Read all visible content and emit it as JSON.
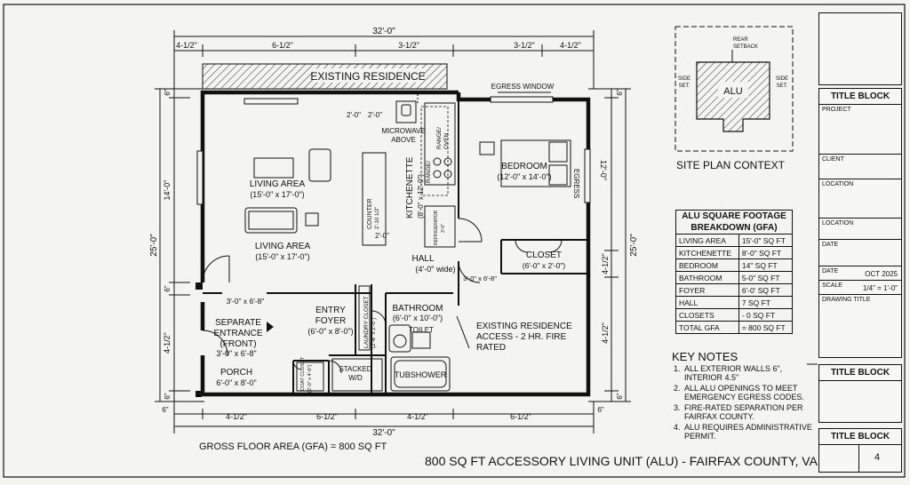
{
  "sheet_title": "800 SQ FT ACCESSORY LIVING UNIT (ALU) - FAIRFAX COUNTY, VA",
  "gfa_note": "GROSS FLOOR AREA (GFA) = 800 SQ FT",
  "plan": {
    "existing_residence": "EXISTING RESIDENCE",
    "egress_window": "EGRESS WINDOW",
    "egress_side": "EGRESS",
    "egress_side_dim": "12'-0\"",
    "living_area_1": {
      "name": "LIVING AREA",
      "size": "(15'-0\" x 17'-0\")"
    },
    "living_area_2": {
      "name": "LIVING AREA",
      "size": "(15'-0\" x 17'-0\")"
    },
    "kitchenette": {
      "name": "KITCHENETTE",
      "size": "(8'-0\" x 12'-0\")"
    },
    "microwave": "MICROWAVE",
    "microwave_2": "ABOVE",
    "range_oven": "RANGE/",
    "range_oven_2": "OVEN",
    "range_small": "RANGE/",
    "refrigerator": "REFRIGERATOR",
    "refrigerator_dim": "3'-0\"",
    "counter": "COUNTER",
    "counter_dim": "2'-10 1/2\"",
    "dim_2_0_a": "2'-0\"",
    "dim_2_0_b": "2'-0\"",
    "dim_2_0_c": "2'-0\"",
    "bedroom": {
      "name": "BEDROOM",
      "size": "(12'-0\" x 14'-0\")"
    },
    "hall": {
      "name": "HALL",
      "size": "(4'-0\" wide)"
    },
    "closet": {
      "name": "CLOSET",
      "size": "(6'-0\" x 2'-0\")"
    },
    "entry_foyer": {
      "name": "ENTRY",
      "name2": "FOYER",
      "size": "(6'-0\" x 8'-0\")"
    },
    "laundry_closet": "LAUNDRY CLOSET",
    "laundry_size": "(2'-6\" x 2'-0\")",
    "bathroom": {
      "name": "BATHROOM",
      "size": "(6'-0\" x 10'-0\")"
    },
    "toilet": "TOILET",
    "tubshower": "TUBSHOWER",
    "stacked": "STACKED",
    "wd": "W/D",
    "coat_closet": "COAT CLOSET",
    "coat_size": "(2'-0\" x 4'-0\")",
    "separate_entrance": "SEPARATE",
    "separate_entrance_2": "ENTRANCE",
    "separate_entrance_3": "(FRONT)",
    "entrance_door": "3'-0\" x 6'-8\"",
    "porch": {
      "name": "PORCH",
      "size": "6'-0\" x 8'-0\""
    },
    "door_living": "3'-0\" x 6'-8\"",
    "door_hall": "3'-0\" x 6'-8\"",
    "access_note_1": "EXISTING RESIDENCE",
    "access_note_2": "ACCESS - 2 HR. FIRE",
    "access_note_3": "RATED"
  },
  "dims": {
    "overall_top": "32'-0\"",
    "overall_bottom": "32'-0\"",
    "top": [
      "4-1/2\"",
      "6-1/2\"",
      "3-1/2\"",
      "3-1/2\"",
      "4-1/2\""
    ],
    "bottom": [
      "4-1/2\"",
      "6-1/2\"",
      "4-1/2\"",
      "6-1/2\""
    ],
    "bottom_corner_left": "6\"",
    "bottom_corner_right": "6\"",
    "left": [
      "6\"",
      "14'-0\"",
      "6\"",
      "4-1/2\"",
      "6\""
    ],
    "left_overall": "25'-0\"",
    "right": [
      "6\"",
      "4-1/2\"",
      "4-1/2\"",
      "6\""
    ],
    "right_overall": "25'-0\""
  },
  "site": {
    "title": "SITE PLAN CONTEXT",
    "alu": "ALU",
    "rear": "REAR",
    "setback": "SETBACK",
    "side_left": "SIDE",
    "side_left_2": "SET.",
    "side_right": "SIDE",
    "side_right_2": "SET."
  },
  "area_table": {
    "title_1": "ALU SQUARE FOOTAGE",
    "title_2": "BREAKDOWN (GFA)",
    "rows": [
      [
        "LIVING AREA",
        "15'-0\" SQ FT"
      ],
      [
        "KITCHENETTE",
        "8'-0\" SQ FT"
      ],
      [
        "BEDROOM",
        "14\" SQ FT"
      ],
      [
        "BATHROOM",
        "5-0\" SQ FT"
      ],
      [
        "FOYER",
        "6'-0' SQ FT"
      ],
      [
        "HALL",
        "7 SQ FT"
      ],
      [
        "CLOSETS",
        "- 0 SQ FT"
      ],
      [
        "TOTAL GFA",
        "= 800 SQ FT"
      ]
    ]
  },
  "key_notes": {
    "title": "KEY NOTES",
    "items": [
      [
        "1.",
        "ALL EXTERIOR WALLS 6\",",
        "INTERIOR 4.5\""
      ],
      [
        "2.",
        "ALL ALU OPENINGS TO MEET",
        "EMERGENCY EGRESS CODES."
      ],
      [
        "3.",
        "FIRE-RATED SEPARATION PER",
        "FAIRFAX COUNTY."
      ],
      [
        "4.",
        "ALU REQUIRES ADMINISTRATIVE",
        "PERMIT."
      ]
    ]
  },
  "title_block": {
    "heading": "TITLE BLOCK",
    "fields": [
      "PROJECT",
      "CLIENT",
      "LOCATION",
      "LOCATION",
      "DATE",
      "DATE",
      "SCALE",
      "DRAWING TITLE"
    ],
    "date_value": "OCT 2025",
    "scale_value": "1/4\" = 1'-0\"",
    "heading_2": "TITLE BLOCK",
    "heading_3": "TITLE BLOCK",
    "sheet_no": "4"
  }
}
